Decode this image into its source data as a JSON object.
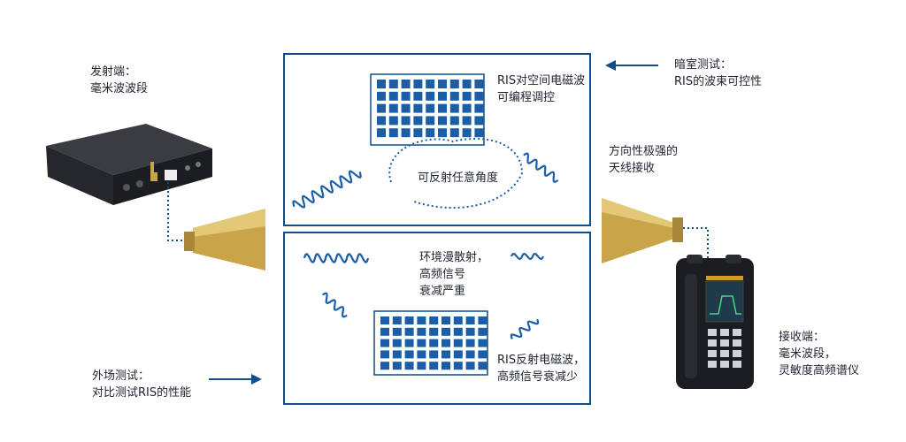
{
  "labels": {
    "transmitter": "发射端：\n毫米波波段",
    "anechoic": "暗室测试：\nRIS的波束可控性",
    "directional_antenna": "方向性极强的\n天线接收",
    "receiver": "接收端：\n毫米波段，\n灵敏度高频谱仪",
    "field_test": "外场测试：\n对比测试RIS的性能"
  },
  "top_panel": {
    "ris_control": "RIS对空间电磁波\n可编程调控",
    "any_angle": "可反射任意角度"
  },
  "bottom_panel": {
    "scattering": "环境漫散射，\n高频信号\n衰减严重",
    "ris_reflect": "RIS反射电磁波，\n高频信号衰减少"
  },
  "colors": {
    "accent": "#0e4f8b",
    "ris_cell": "#1a5ea8",
    "antenna_gold": "#c9a449",
    "device_dark": "#1c1d20"
  },
  "icons": [
    "arrow-left-icon",
    "arrow-right-icon"
  ]
}
